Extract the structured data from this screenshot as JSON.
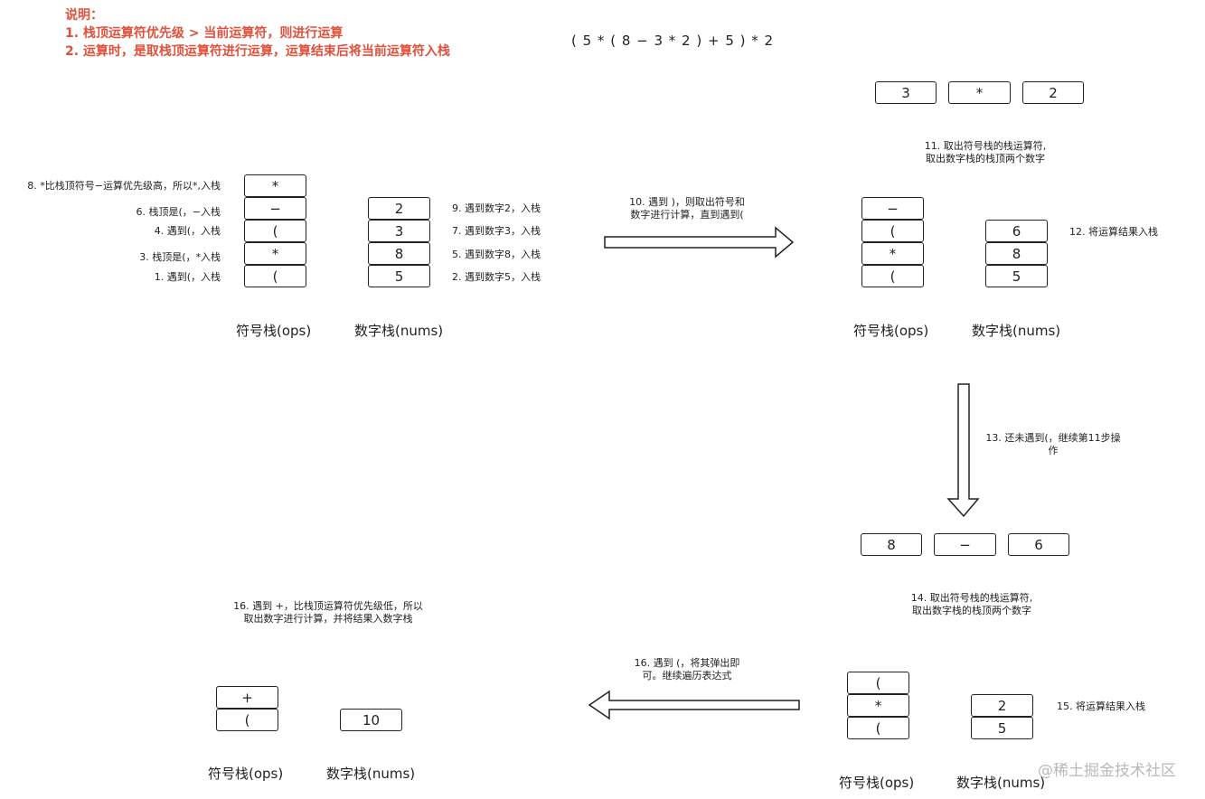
{
  "notes": {
    "title": "说明：",
    "line1": "1. 栈顶运算符优先级 > 当前运算符，则进行运算",
    "line2": "2. 运算时，是取栈顶运算符进行运算，运算结束后将当前运算符入栈"
  },
  "expression": "( 5 * ( 8 − 3 * 2 ) + 5 ) * 2",
  "stage1": {
    "ops": [
      "*",
      "−",
      "(",
      "*",
      "("
    ],
    "nums": [
      "2",
      "3",
      "8",
      "5"
    ],
    "ops_annotations": [
      "8. *比栈顶符号−运算优先级高，所以*,入栈",
      "6. 栈顶是(，−入栈",
      "4. 遇到(，入栈",
      "3. 栈顶是(，*入栈",
      "1. 遇到(，入栈"
    ],
    "nums_annotations": [
      "9. 遇到数字2，入栈",
      "7. 遇到数字3，入栈",
      "5. 遇到数字8，入栈",
      "2. 遇到数字5，入栈"
    ],
    "ops_label": "符号栈(ops)",
    "nums_label": "数字栈(nums)"
  },
  "arrow1_text": [
    "10. 遇到 )，则取出符号和",
    "数字进行计算，直到遇到("
  ],
  "stage2": {
    "calc": [
      "3",
      "*",
      "2"
    ],
    "calc_text": [
      "11. 取出符号栈的栈运算符,",
      "取出数字栈的栈顶两个数字"
    ],
    "ops": [
      "−",
      "(",
      "*",
      "("
    ],
    "nums": [
      "6",
      "8",
      "5"
    ],
    "nums_note": "12. 将运算结果入栈",
    "ops_label": "符号栈(ops)",
    "nums_label": "数字栈(nums)"
  },
  "arrow2_text": [
    "13. 还未遇到(，继续第11步操",
    "作"
  ],
  "stage3": {
    "calc": [
      "8",
      "−",
      "6"
    ],
    "calc_text": [
      "14. 取出符号栈的栈运算符,",
      "取出数字栈的栈顶两个数字"
    ],
    "ops": [
      "(",
      "*",
      "("
    ],
    "nums": [
      "2",
      "5"
    ],
    "nums_note": "15. 将运算结果入栈",
    "ops_label": "符号栈(ops)",
    "nums_label": "数字栈(nums)"
  },
  "arrow3_text": [
    "16. 遇到 (，将其弹出即",
    "可。继续遍历表达式"
  ],
  "stage4": {
    "note": [
      "16. 遇到 +，比栈顶运算符优先级低，所以",
      "取出数字进行计算，并将结果入数字栈"
    ],
    "ops": [
      "+",
      "("
    ],
    "nums": [
      "10"
    ],
    "ops_label": "符号栈(ops)",
    "nums_label": "数字栈(nums)"
  },
  "watermark": "@稀土掘金技术社区"
}
